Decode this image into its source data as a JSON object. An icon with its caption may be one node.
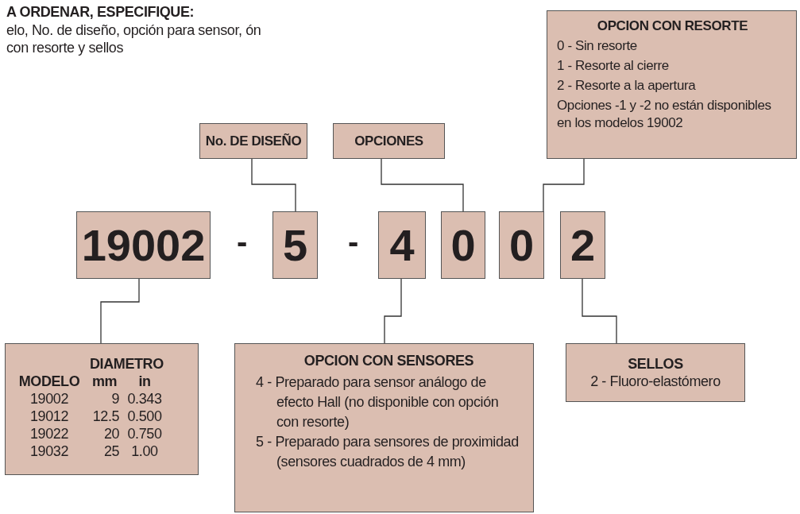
{
  "diagram": {
    "nodes": [
      {
        "text": [
          "No. DE DISEÑO"
        ]
      },
      {
        "text": [
          "OPCIONES"
        ]
      },
      {
        "text": [
          "OPCION CON RESORTE",
          "0 - Sin resorte",
          "1 - Resorte al cierre",
          "2 - Resorte a la apertura",
          "Opciones -1 y -2 no están disponibles en los modelos 19002"
        ]
      },
      {
        "text": [
          "19002"
        ]
      },
      {
        "text": [
          "5"
        ]
      },
      {
        "text": [
          "4"
        ]
      },
      {
        "text": [
          "0"
        ]
      },
      {
        "text": [
          "0"
        ]
      },
      {
        "text": [
          "2"
        ]
      },
      {
        "text": [
          "DIAMETRO",
          "MODELO",
          "mm",
          "in",
          "19002",
          "9",
          "0.343",
          "19012",
          "12.5",
          "0.500",
          "19022",
          "20",
          "0.750",
          "19032",
          "25",
          "1.00"
        ]
      },
      {
        "text": [
          "OPCION CON SENSORES",
          "4 - Preparado para sensor análogo de efecto Hall (no disponible con opción con resorte)",
          "5 - Preparado para sensores de proximidad (sensores cuadrados de 4 mm)"
        ]
      },
      {
        "text": [
          "SELLOS",
          "2 - Fluoro-elastómero"
        ]
      }
    ],
    "edges": [
      {
        "from": 0,
        "to": 4,
        "arrow": "none"
      },
      {
        "from": 1,
        "to": 6,
        "arrow": "none"
      },
      {
        "from": 2,
        "to": 7,
        "arrow": "none"
      },
      {
        "from": 3,
        "to": 9,
        "arrow": "none"
      },
      {
        "from": 5,
        "to": 10,
        "arrow": "none"
      },
      {
        "from": 8,
        "to": 11,
        "arrow": "none"
      }
    ],
    "labels": [
      "A ORDENAR, ESPECIFIQUE:",
      "elo, No. de diseño, opción para sensor, ón con resorte y sellos",
      "-",
      "-"
    ]
  }
}
